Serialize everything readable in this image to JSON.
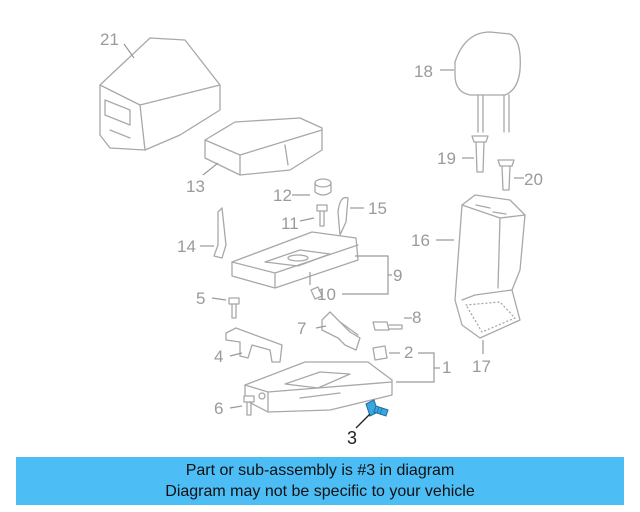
{
  "diagram": {
    "callouts": {
      "c1": "1",
      "c2": "2",
      "c3": "3",
      "c4": "4",
      "c5": "5",
      "c6": "6",
      "c7": "7",
      "c8": "8",
      "c9": "9",
      "c10": "10",
      "c11": "11",
      "c12": "12",
      "c13": "13",
      "c14": "14",
      "c15": "15",
      "c16": "16",
      "c17": "17",
      "c18": "18",
      "c19": "19",
      "c20": "20",
      "c21": "21"
    },
    "highlight_part": "3",
    "highlight_color": "#3aa6e0",
    "line_color": "#a8a8a8"
  },
  "banner": {
    "line1": "Part or sub-assembly is #3 in diagram",
    "line2": "Diagram may not be specific to your vehicle",
    "background": "#4dbdf5"
  }
}
